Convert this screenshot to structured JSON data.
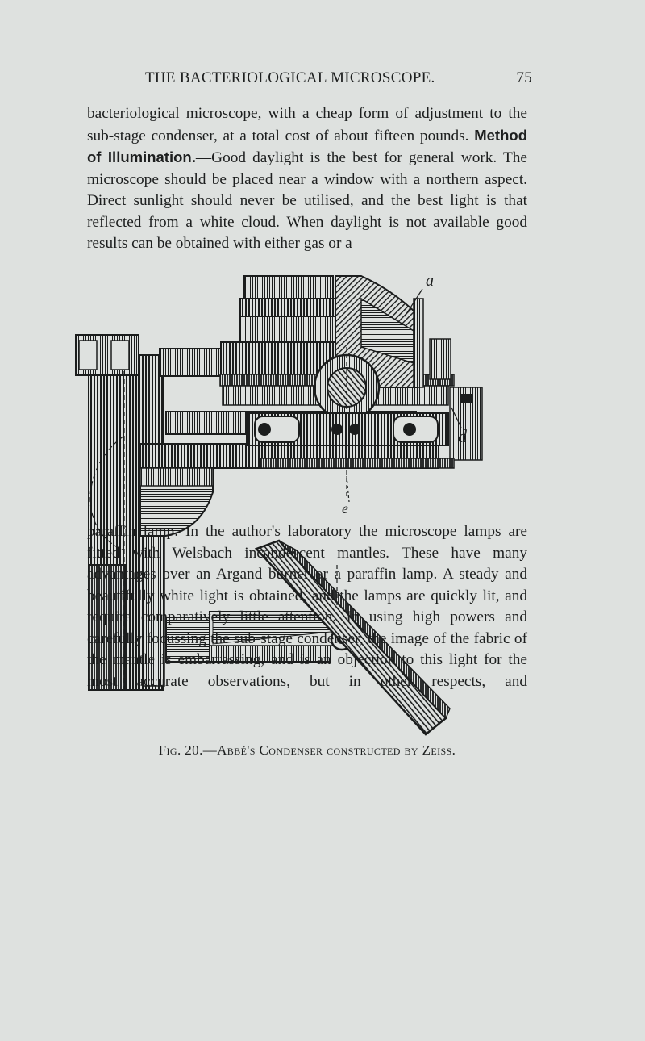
{
  "header": {
    "running_title": "THE BACTERIOLOGICAL MICROSCOPE.",
    "page_number": "75"
  },
  "body": {
    "para1_text_before": "bacteriological microscope, with a cheap form of adjustment to the sub-stage condenser, at a total cost of about fifteen pounds.",
    "section_heading": "Method of Illumination.",
    "para1_text_after": "—Good daylight is the best for general work. The microscope should be placed near a window with a northern aspect. Direct sunlight should never be utilised, and the best light is that reflected from a white cloud. When daylight is not available good results can be obtained with either gas or a",
    "para2_text": "paraffin lamp. In the author's laboratory the microscope lamps are fitted with Welsbach incandescent mantles. These have many advantages over an Argand burner or a paraffin lamp. A steady and beautifully white light is obtained, and the lamps are quickly lit, and require comparatively little attention. In using high powers and carefully focussing the sub-stage condenser, the image of the fabric of the mantle is embarrassing, and is an objection to this light for the most accurate observations, but in other respects, and"
  },
  "figure": {
    "caption": "Fig. 20.—Abbé's Condenser constructed by Zeiss.",
    "labels": {
      "a": "a",
      "d": "d",
      "e": "e"
    },
    "colors": {
      "ink": "#1b1d1d",
      "paper": "#dee1df"
    }
  }
}
